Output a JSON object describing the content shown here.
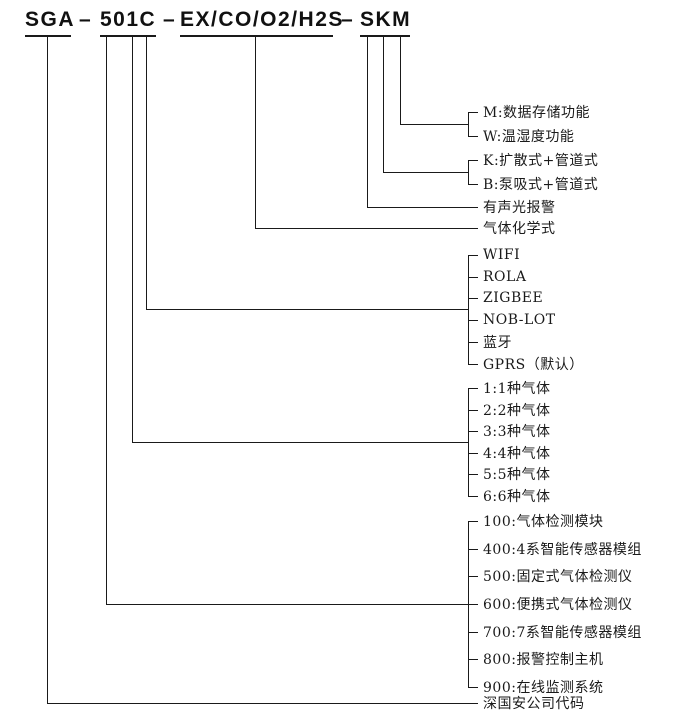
{
  "title": {
    "part1": "SGA",
    "part2": "501C",
    "part3": "EX/CO/O2/H2S",
    "part4": "SKM",
    "sep": "–"
  },
  "storage": {
    "items": [
      "M:数据存储功能",
      "W:温湿度功能"
    ]
  },
  "sampling": {
    "items": [
      "K:扩散式+管道式",
      "B:泵吸式+管道式"
    ]
  },
  "alarm": "有声光报警",
  "gas_formula": "气体化学式",
  "communication": {
    "items": [
      "WIFI",
      "ROLA",
      "ZIGBEE",
      "NOB-LOT",
      "蓝牙",
      "GPRS（默认）"
    ]
  },
  "gas_count": {
    "items": [
      "1:1种气体",
      "2:2种气体",
      "3:3种气体",
      "4:4种气体",
      "5:5种气体",
      "6:6种气体"
    ]
  },
  "series": {
    "items": [
      "100:气体检测模块",
      "400:4系智能传感器模组",
      "500:固定式气体检测仪",
      "600:便携式气体检测仪",
      "700:7系智能传感器模组",
      "800:报警控制主机",
      "900:在线监测系统"
    ]
  },
  "company": "深国安公司代码",
  "colors": {
    "line": "#1a1a1a",
    "text": "#1a1a1a",
    "background": "#ffffff"
  }
}
